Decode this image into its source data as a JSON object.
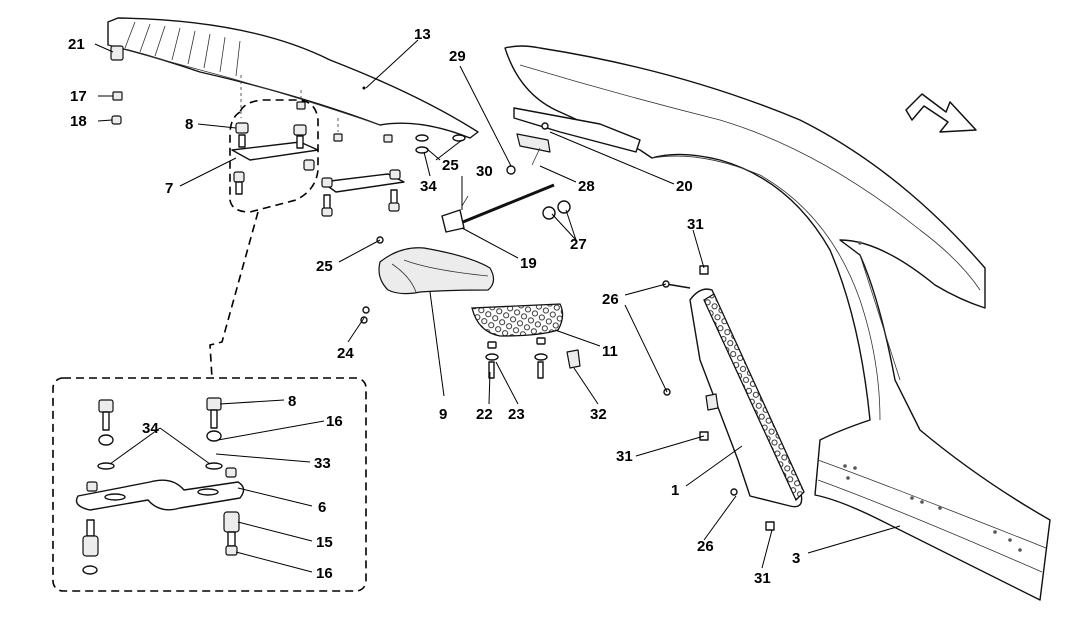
{
  "callouts": [
    {
      "id": "c21",
      "label": "21"
    },
    {
      "id": "c17",
      "label": "17"
    },
    {
      "id": "c18",
      "label": "18"
    },
    {
      "id": "c13",
      "label": "13"
    },
    {
      "id": "c29",
      "label": "29"
    },
    {
      "id": "c8a",
      "label": "8"
    },
    {
      "id": "c7",
      "label": "7"
    },
    {
      "id": "c25a",
      "label": "25"
    },
    {
      "id": "c34a",
      "label": "34"
    },
    {
      "id": "c30",
      "label": "30"
    },
    {
      "id": "c28",
      "label": "28"
    },
    {
      "id": "c20",
      "label": "20"
    },
    {
      "id": "c27",
      "label": "27"
    },
    {
      "id": "c19",
      "label": "19"
    },
    {
      "id": "c31a",
      "label": "31"
    },
    {
      "id": "c26a",
      "label": "26"
    },
    {
      "id": "c25b",
      "label": "25"
    },
    {
      "id": "c24",
      "label": "24"
    },
    {
      "id": "c11",
      "label": "11"
    },
    {
      "id": "c9",
      "label": "9"
    },
    {
      "id": "c22",
      "label": "22"
    },
    {
      "id": "c23",
      "label": "23"
    },
    {
      "id": "c32",
      "label": "32"
    },
    {
      "id": "c31b",
      "label": "31"
    },
    {
      "id": "c1",
      "label": "1"
    },
    {
      "id": "c26b",
      "label": "26"
    },
    {
      "id": "c31c",
      "label": "31"
    },
    {
      "id": "c3",
      "label": "3"
    },
    {
      "id": "c8b",
      "label": "8"
    },
    {
      "id": "c34b",
      "label": "34"
    },
    {
      "id": "c16a",
      "label": "16"
    },
    {
      "id": "c33",
      "label": "33"
    },
    {
      "id": "c6",
      "label": "6"
    },
    {
      "id": "c15",
      "label": "15"
    },
    {
      "id": "c16b",
      "label": "16"
    }
  ],
  "icons": {
    "direction_arrow": "front-direction-arrow-icon"
  }
}
